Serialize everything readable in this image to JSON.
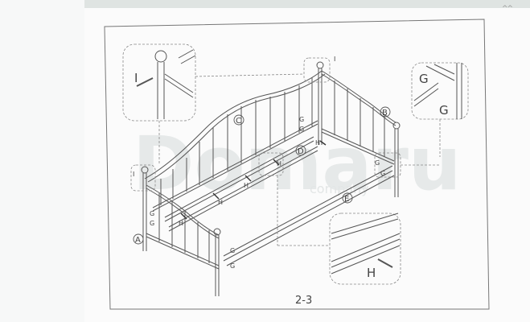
{
  "document": {
    "type": "assembly instruction sheet",
    "page_number": "2-3",
    "corner_marks": "^^"
  },
  "watermark": {
    "brand": "Domaru",
    "subtext": "company"
  },
  "parts": {
    "A": "A",
    "B": "B",
    "C": "C",
    "D": "D",
    "E": "E"
  },
  "fasteners": {
    "I": "I",
    "G": "G",
    "H": "H"
  },
  "callouts": [
    {
      "id": "callout-I-top-left",
      "label": "I"
    },
    {
      "id": "callout-G-right",
      "labels": [
        "G",
        "G"
      ]
    },
    {
      "id": "callout-H-bottom",
      "label": "H"
    }
  ],
  "colors": {
    "line": "#555555",
    "dash": "#888888",
    "frame": "#777777",
    "watermark": "#e3e6e6"
  }
}
